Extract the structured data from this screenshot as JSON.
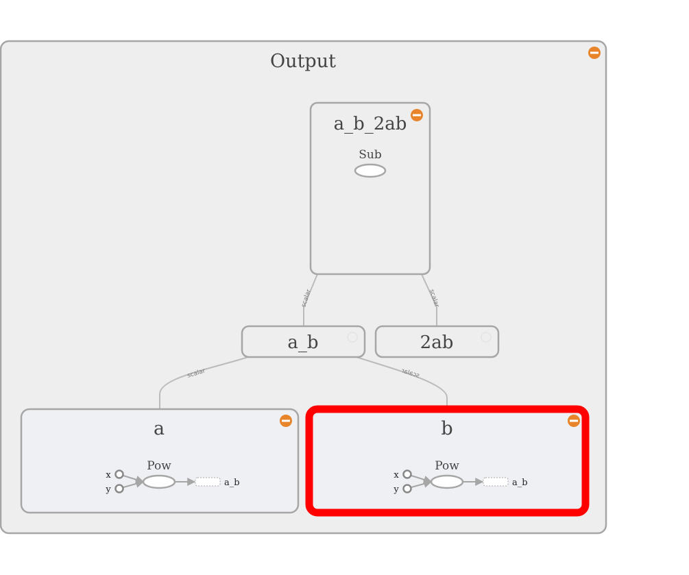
{
  "graph": {
    "output": {
      "title": "Output"
    },
    "a_b_2ab": {
      "title": "a_b_2ab",
      "op": "Sub"
    },
    "a_b": {
      "title": "a_b"
    },
    "two_ab": {
      "title": "2ab"
    },
    "a": {
      "title": "a",
      "op": "Pow",
      "port_x": "x",
      "port_y": "y",
      "output": "a_b"
    },
    "b": {
      "title": "b",
      "op": "Pow",
      "port_x": "x",
      "port_y": "y",
      "output": "a_b",
      "selected": true
    },
    "edges": {
      "sub_left_upper": "scalar",
      "sub_right_upper": "scalar",
      "sub_left_lower": "scalar",
      "sub_right_lower": "scalar",
      "ab_to_a": "scalar",
      "ab_to_b": "scalar"
    }
  },
  "colors": {
    "collapse_button": "#E8842A",
    "selection_border": "#FF0000",
    "group_fill": "#EEEEEE",
    "leaf_group_fill": "#EEF0F4",
    "node_stroke": "#A6A6A6",
    "edge": "#BBBBBB"
  },
  "icons": {
    "collapse": "minus-circle-icon"
  }
}
